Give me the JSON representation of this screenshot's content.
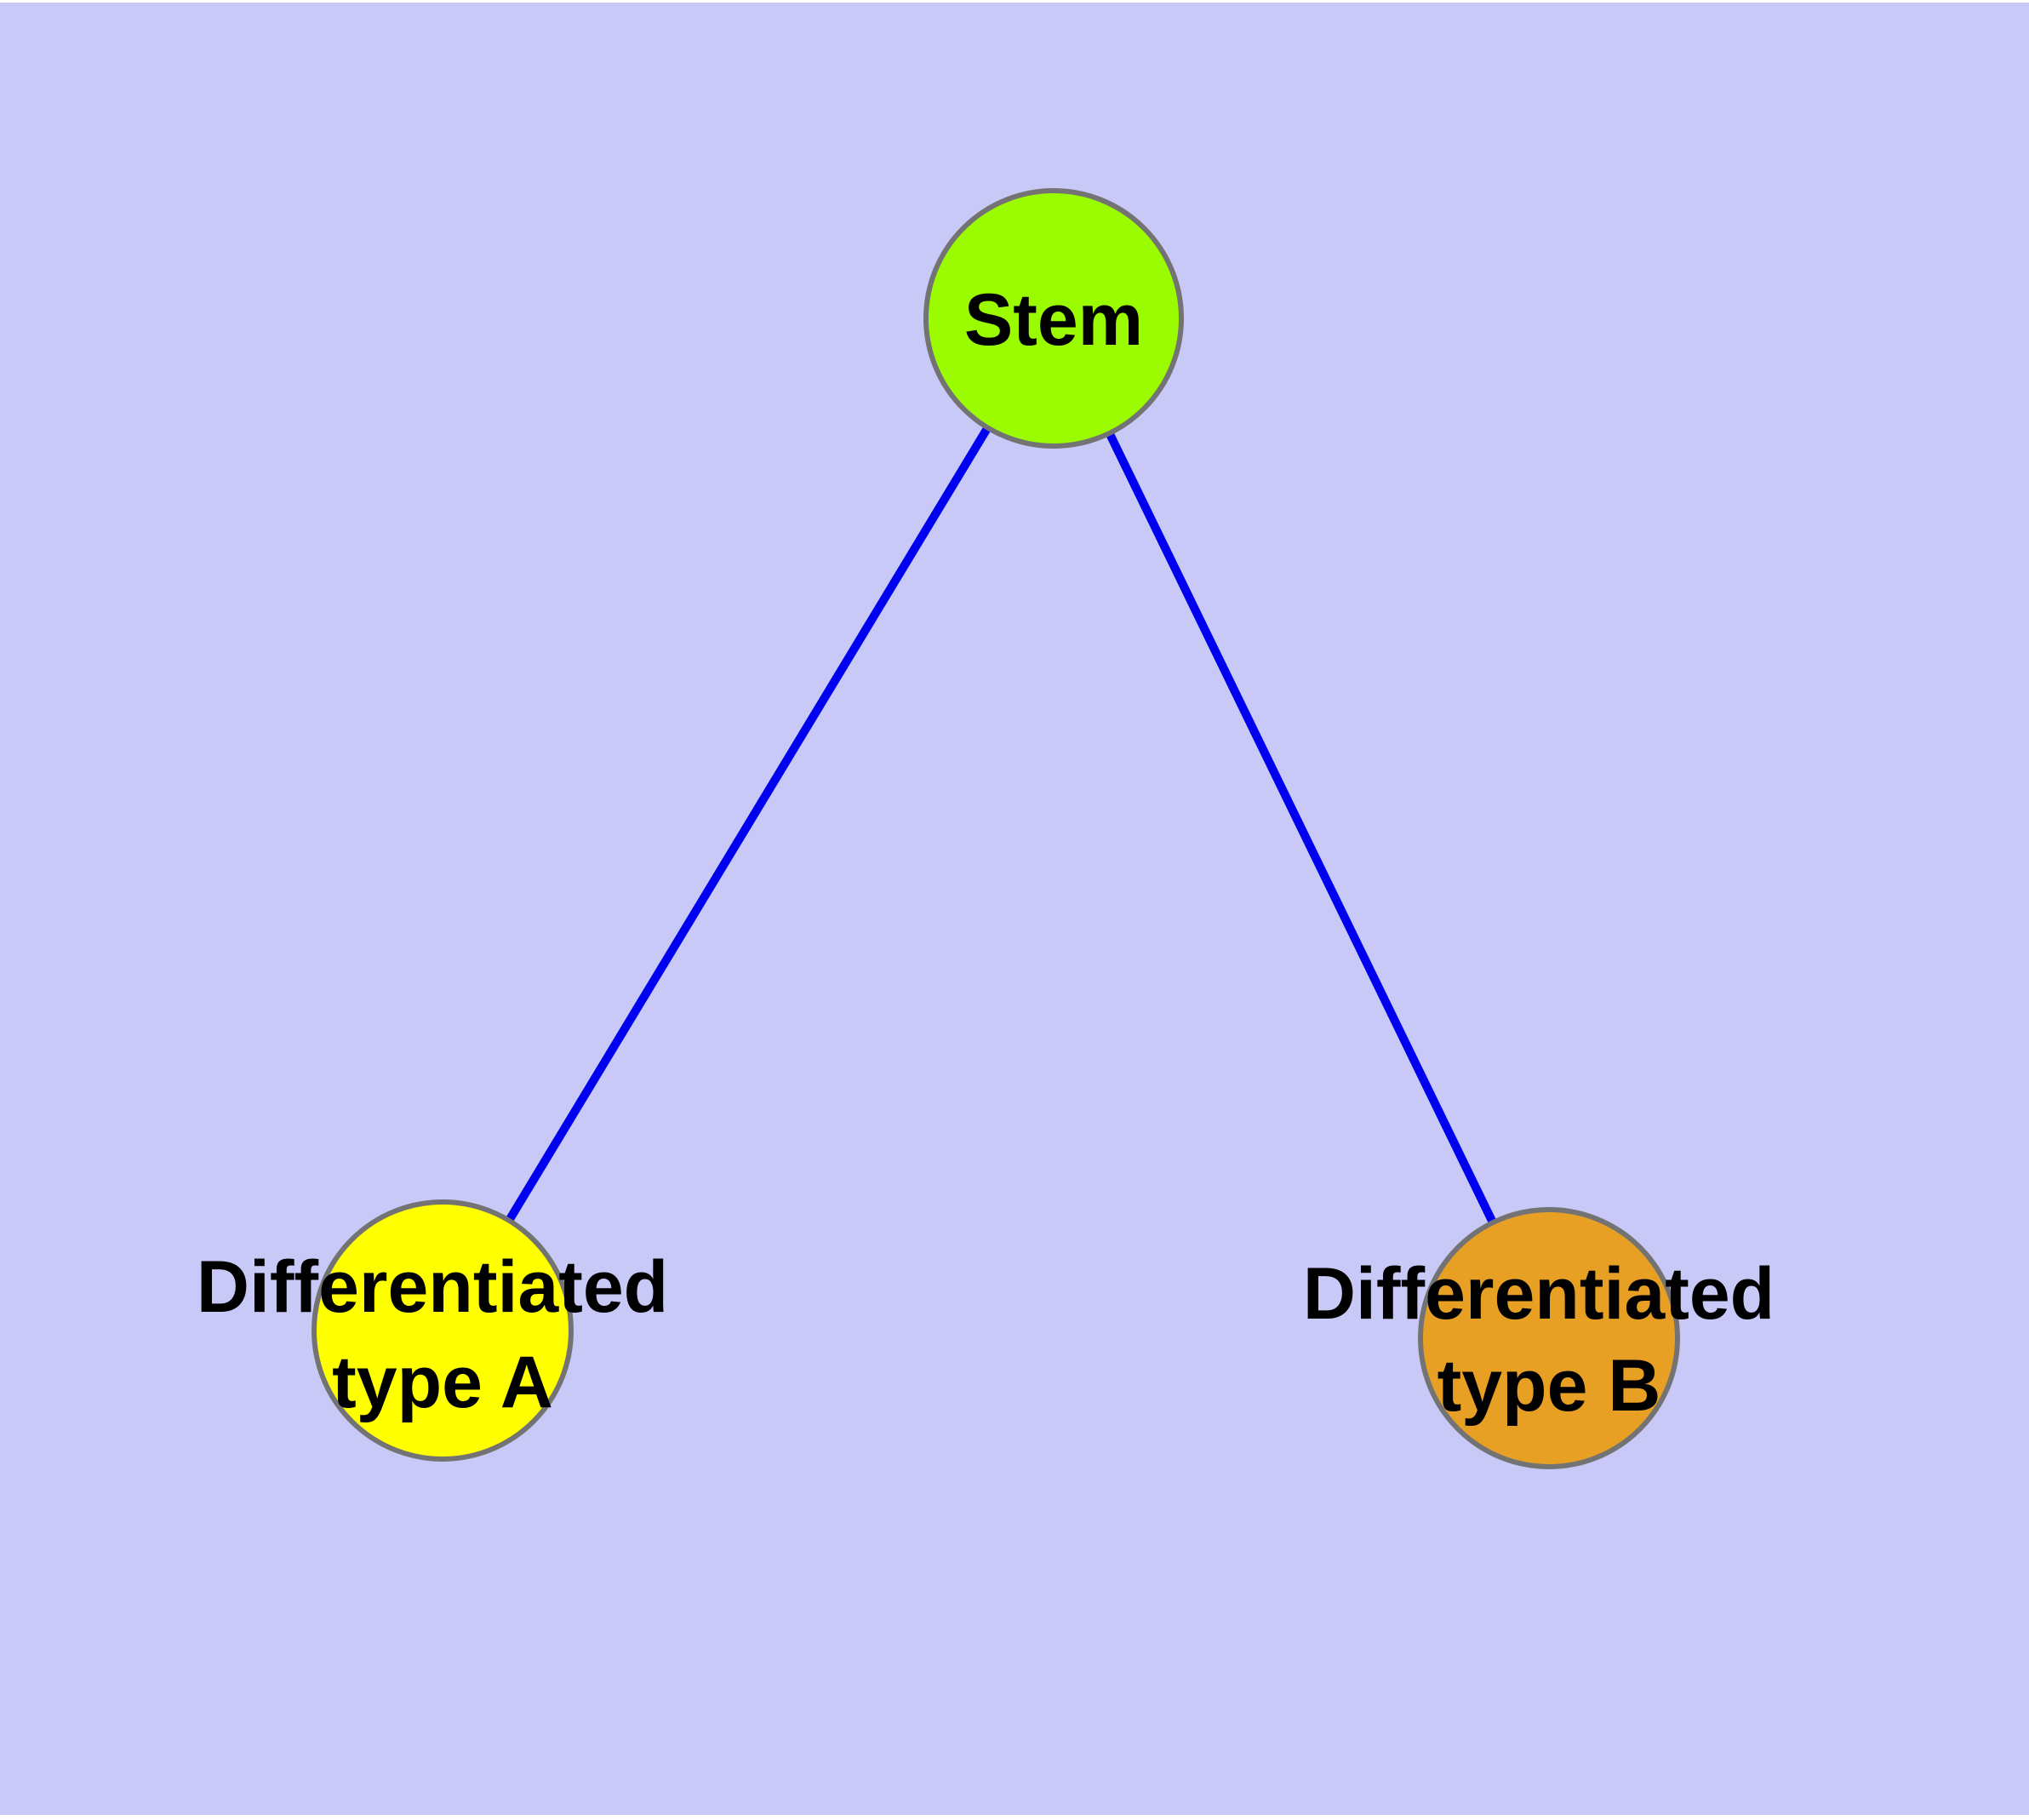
{
  "colors": {
    "page_background": "#ffffff",
    "plot_background": "#c9c9f8",
    "edge": "#0000f0",
    "node_border": "#737373",
    "label_text": "#000000"
  },
  "nodes": [
    {
      "id": "stem",
      "label": "Stem",
      "label_lines": [
        "Stem"
      ],
      "color": "#9bfb00"
    },
    {
      "id": "differentiated-type-a",
      "label": "Differentiated type A",
      "label_lines": [
        "Differentiated",
        "type A"
      ],
      "color": "#ffff00"
    },
    {
      "id": "differentiated-type-b",
      "label": "Differentiated type B",
      "label_lines": [
        "Differentiated",
        "type B"
      ],
      "color": "#e7a023"
    }
  ],
  "edges": [
    {
      "from": "Stem",
      "to": "Differentiated type A"
    },
    {
      "from": "Stem",
      "to": "Differentiated type B"
    }
  ]
}
